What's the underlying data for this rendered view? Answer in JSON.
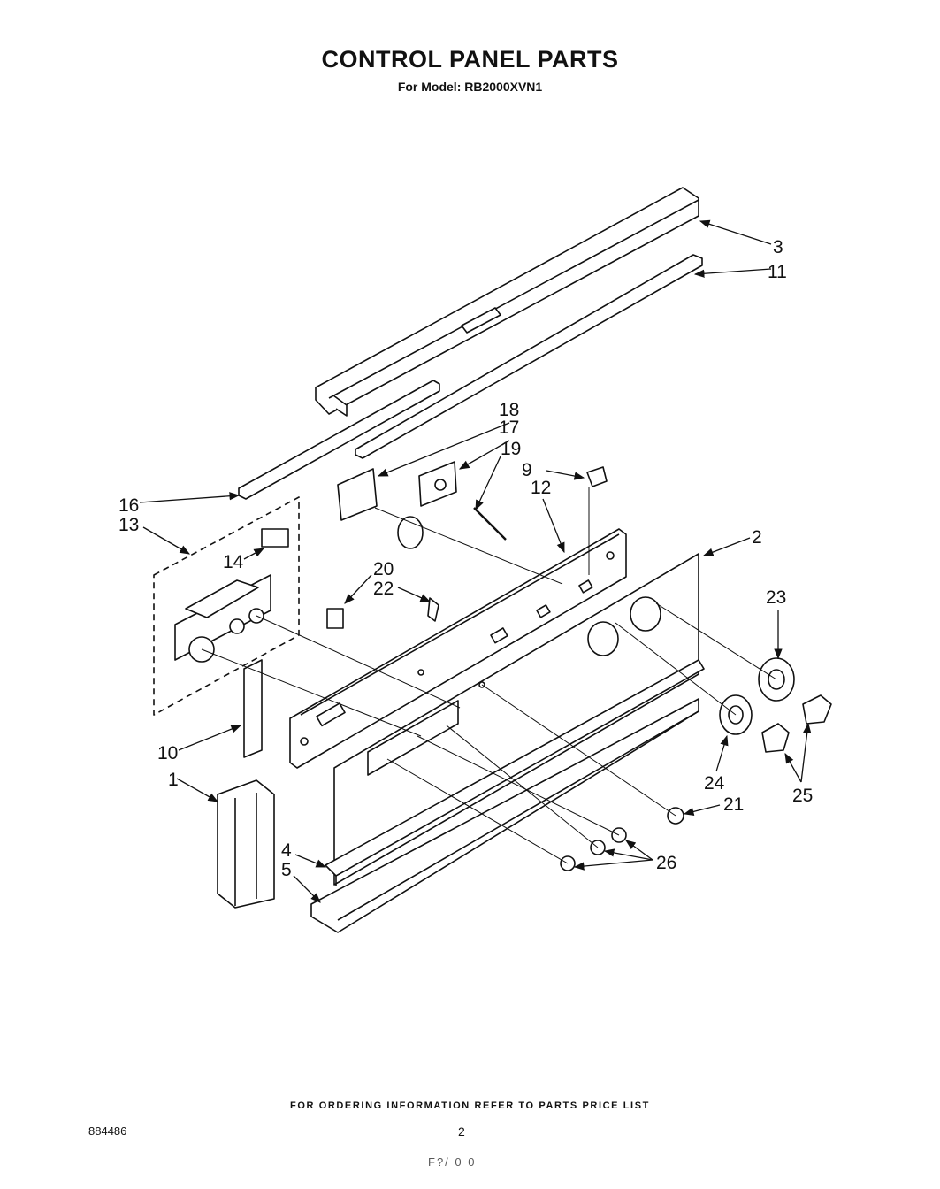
{
  "header": {
    "title": "CONTROL PANEL PARTS",
    "subtitle": "For Model: RB2000XVN1"
  },
  "callouts": [
    {
      "id": "c1",
      "label": "1"
    },
    {
      "id": "c2",
      "label": "2"
    },
    {
      "id": "c3",
      "label": "3"
    },
    {
      "id": "c4",
      "label": "4"
    },
    {
      "id": "c5",
      "label": "5"
    },
    {
      "id": "c9",
      "label": "9"
    },
    {
      "id": "c10",
      "label": "10"
    },
    {
      "id": "c11",
      "label": "11"
    },
    {
      "id": "c12",
      "label": "12"
    },
    {
      "id": "c13",
      "label": "13"
    },
    {
      "id": "c14",
      "label": "14"
    },
    {
      "id": "c16",
      "label": "16"
    },
    {
      "id": "c17",
      "label": "17"
    },
    {
      "id": "c18",
      "label": "18"
    },
    {
      "id": "c19",
      "label": "19"
    },
    {
      "id": "c20",
      "label": "20"
    },
    {
      "id": "c21",
      "label": "21"
    },
    {
      "id": "c22",
      "label": "22"
    },
    {
      "id": "c23",
      "label": "23"
    },
    {
      "id": "c24",
      "label": "24"
    },
    {
      "id": "c25",
      "label": "25"
    },
    {
      "id": "c26",
      "label": "26"
    }
  ],
  "footer": {
    "ordering_note": "FOR ORDERING INFORMATION REFER TO PARTS PRICE LIST",
    "doc_number": "884486",
    "page_number": "2",
    "code": "F?/ 0 0"
  }
}
